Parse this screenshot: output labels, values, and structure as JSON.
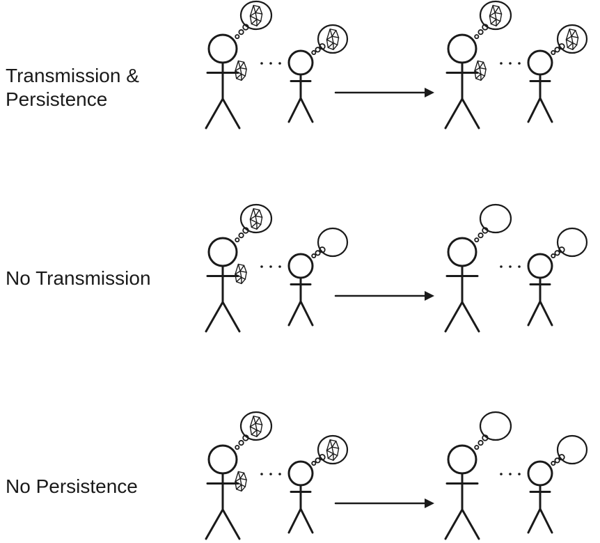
{
  "rows": [
    {
      "label_line1": "Transmission &",
      "label_line2": "Persistence",
      "before": {
        "adult_thought": true,
        "adult_holds_tool": true,
        "child_thought": true
      },
      "after": {
        "adult_thought": true,
        "adult_holds_tool": true,
        "child_thought": true
      }
    },
    {
      "label_line1": "No Transmission",
      "label_line2": "",
      "before": {
        "adult_thought": true,
        "adult_holds_tool": true,
        "child_thought": false
      },
      "after": {
        "adult_thought": false,
        "adult_holds_tool": false,
        "child_thought": false
      }
    },
    {
      "label_line1": "No Persistence",
      "label_line2": "",
      "before": {
        "adult_thought": true,
        "adult_holds_tool": true,
        "child_thought": true
      },
      "after": {
        "adult_thought": false,
        "adult_holds_tool": false,
        "child_thought": false
      }
    }
  ],
  "colors": {
    "ink": "#1a1a1a",
    "background": "#ffffff"
  },
  "icons": {
    "tool": "stone-tool-icon",
    "arrow": "right-arrow-icon",
    "figure": "stick-figure-icon"
  }
}
